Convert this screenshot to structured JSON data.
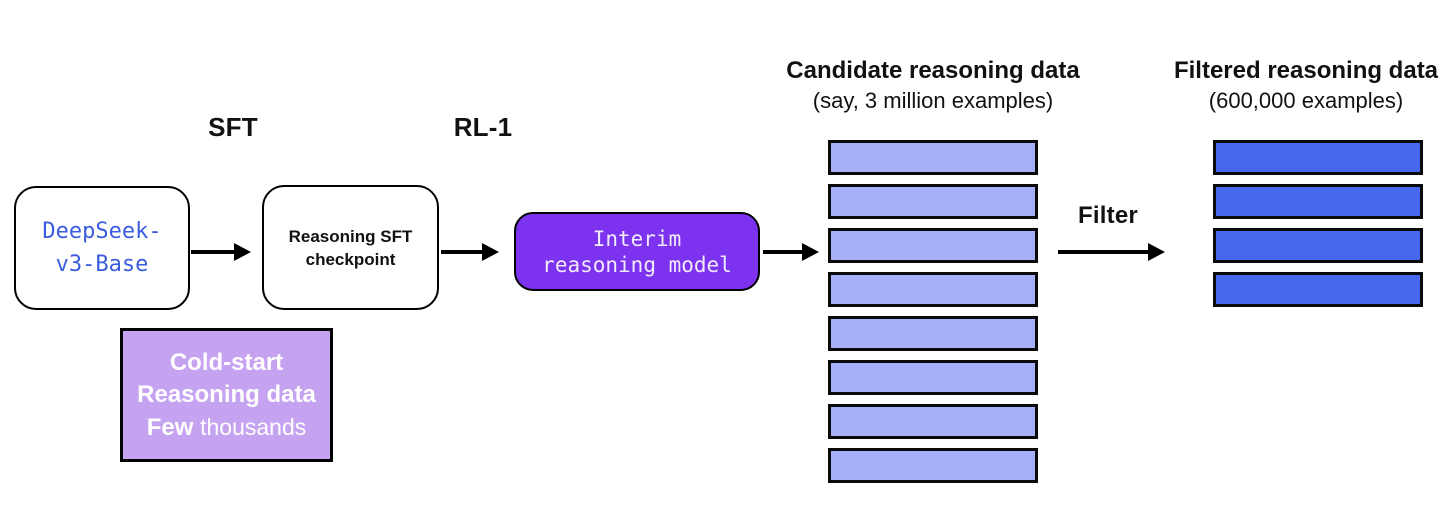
{
  "canvas": {
    "background": "#ffffff"
  },
  "flow": {
    "sft_label": "SFT",
    "rl1_label": "RL-1",
    "base_model": {
      "line1": "DeepSeek-",
      "line2": "v3-Base",
      "text_color": "#3a5cde"
    },
    "sft_checkpoint": {
      "line1": "Reasoning SFT",
      "line2": "checkpoint"
    },
    "interim_model": {
      "line1": "Interim",
      "line2": "reasoning model",
      "bg_color": "#7c32ef"
    },
    "cold_start": {
      "line1": "Cold-start",
      "line2": "Reasoning data",
      "line3_bold": "Few",
      "line3_normal": "thousands",
      "bg_color": "#c6a3f1"
    }
  },
  "candidate_stack": {
    "title": "Candidate reasoning data",
    "subtitle": "(say, 3 million examples)",
    "bar_count": 8,
    "bar_color": "#a5b0f8"
  },
  "filter_label": "Filter",
  "filtered_stack": {
    "title": "Filtered reasoning data",
    "subtitle": "(600,000 examples)",
    "bar_count": 4,
    "bar_color": "#4668ec"
  }
}
